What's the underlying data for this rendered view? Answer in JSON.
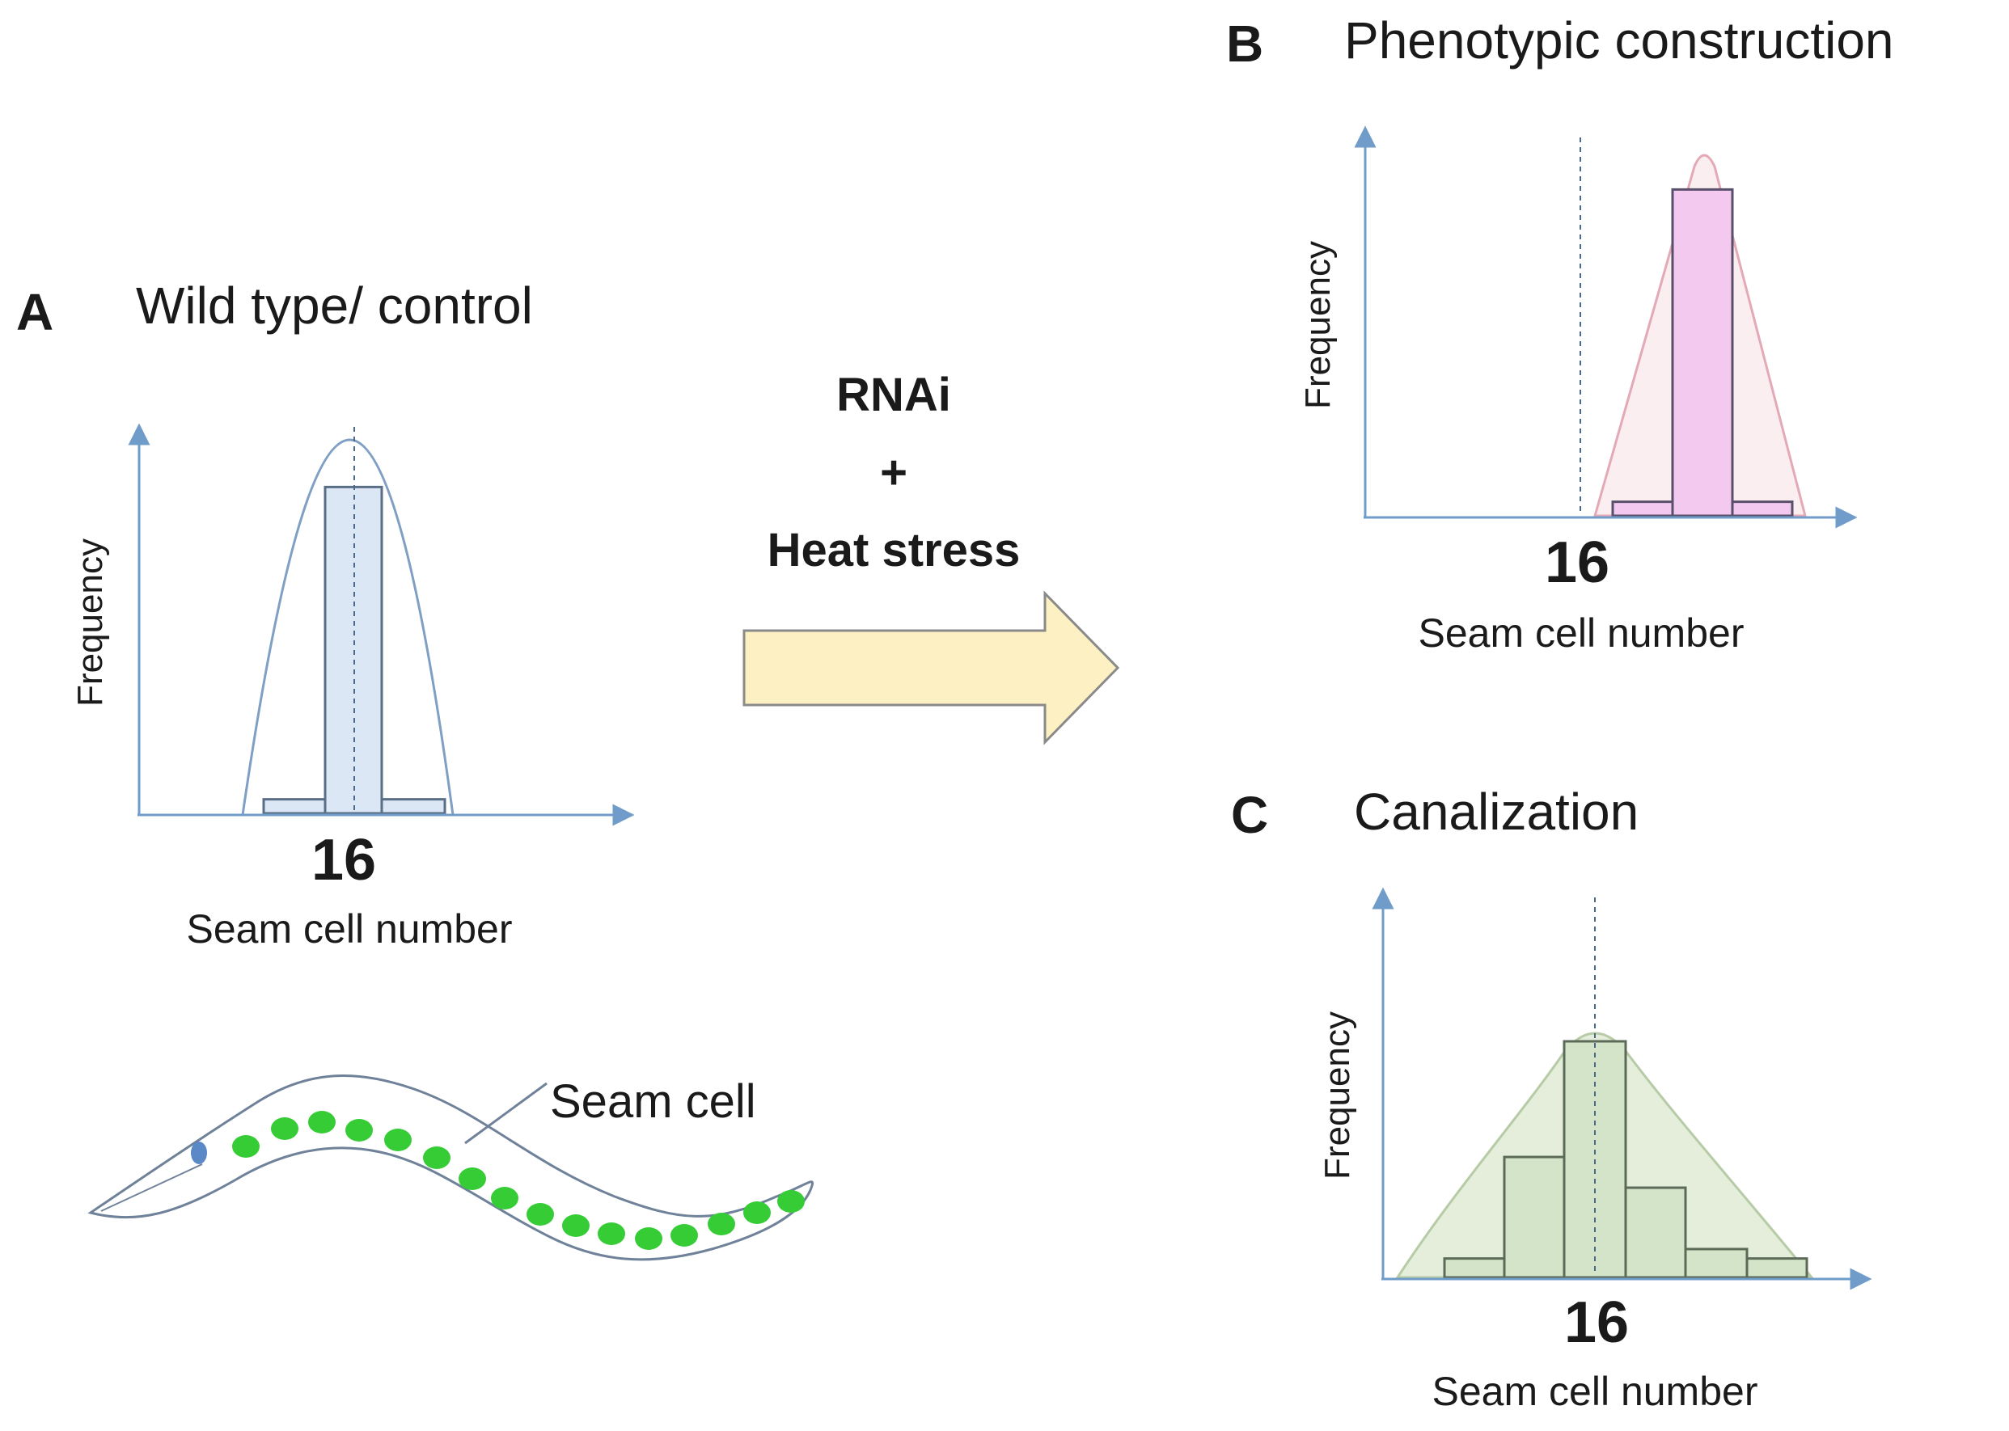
{
  "panels": {
    "a": {
      "letter": "A",
      "title": "Wild type/ control",
      "y_label": "Frequency",
      "x_value": "16",
      "x_label": "Seam cell number",
      "bar_fill": "#dbe7f5",
      "bar_stroke": "#5a6f86",
      "curve_stroke": "#7f9fc4",
      "bars": [
        0.04,
        0.93,
        0.04
      ]
    },
    "b": {
      "letter": "B",
      "title": "Phenotypic construction",
      "y_label": "Frequency",
      "x_value": "16",
      "x_label": "Seam cell number",
      "bar_fill": "#f3c9f0",
      "bar_stroke": "#5a4f6a",
      "curve_fill": "#fbeef0",
      "curve_stroke": "#e3a9b6",
      "bars": [
        0.04,
        0.93,
        0.04
      ]
    },
    "c": {
      "letter": "C",
      "title": "Canalization",
      "y_label": "Frequency",
      "x_value": "16",
      "x_label": "Seam cell number",
      "bar_fill": "#d4e4c8",
      "bar_stroke": "#5b6b58",
      "curve_fill": "#e4eedb",
      "curve_stroke": "#b6cba6",
      "bars": [
        0.08,
        0.51,
        1.0,
        0.38,
        0.12,
        0.08
      ]
    }
  },
  "treatment": {
    "line1": "RNAi",
    "line2": "+",
    "line3": "Heat stress",
    "arrow_fill": "#fdf1c4",
    "arrow_stroke": "#8a8a8a"
  },
  "worm": {
    "label": "Seam cell",
    "cell_color": "#36cc36",
    "nucleus_color": "#5b88c7",
    "outline_color": "#6f8299"
  },
  "colors": {
    "axis": "#6f9cc9"
  }
}
